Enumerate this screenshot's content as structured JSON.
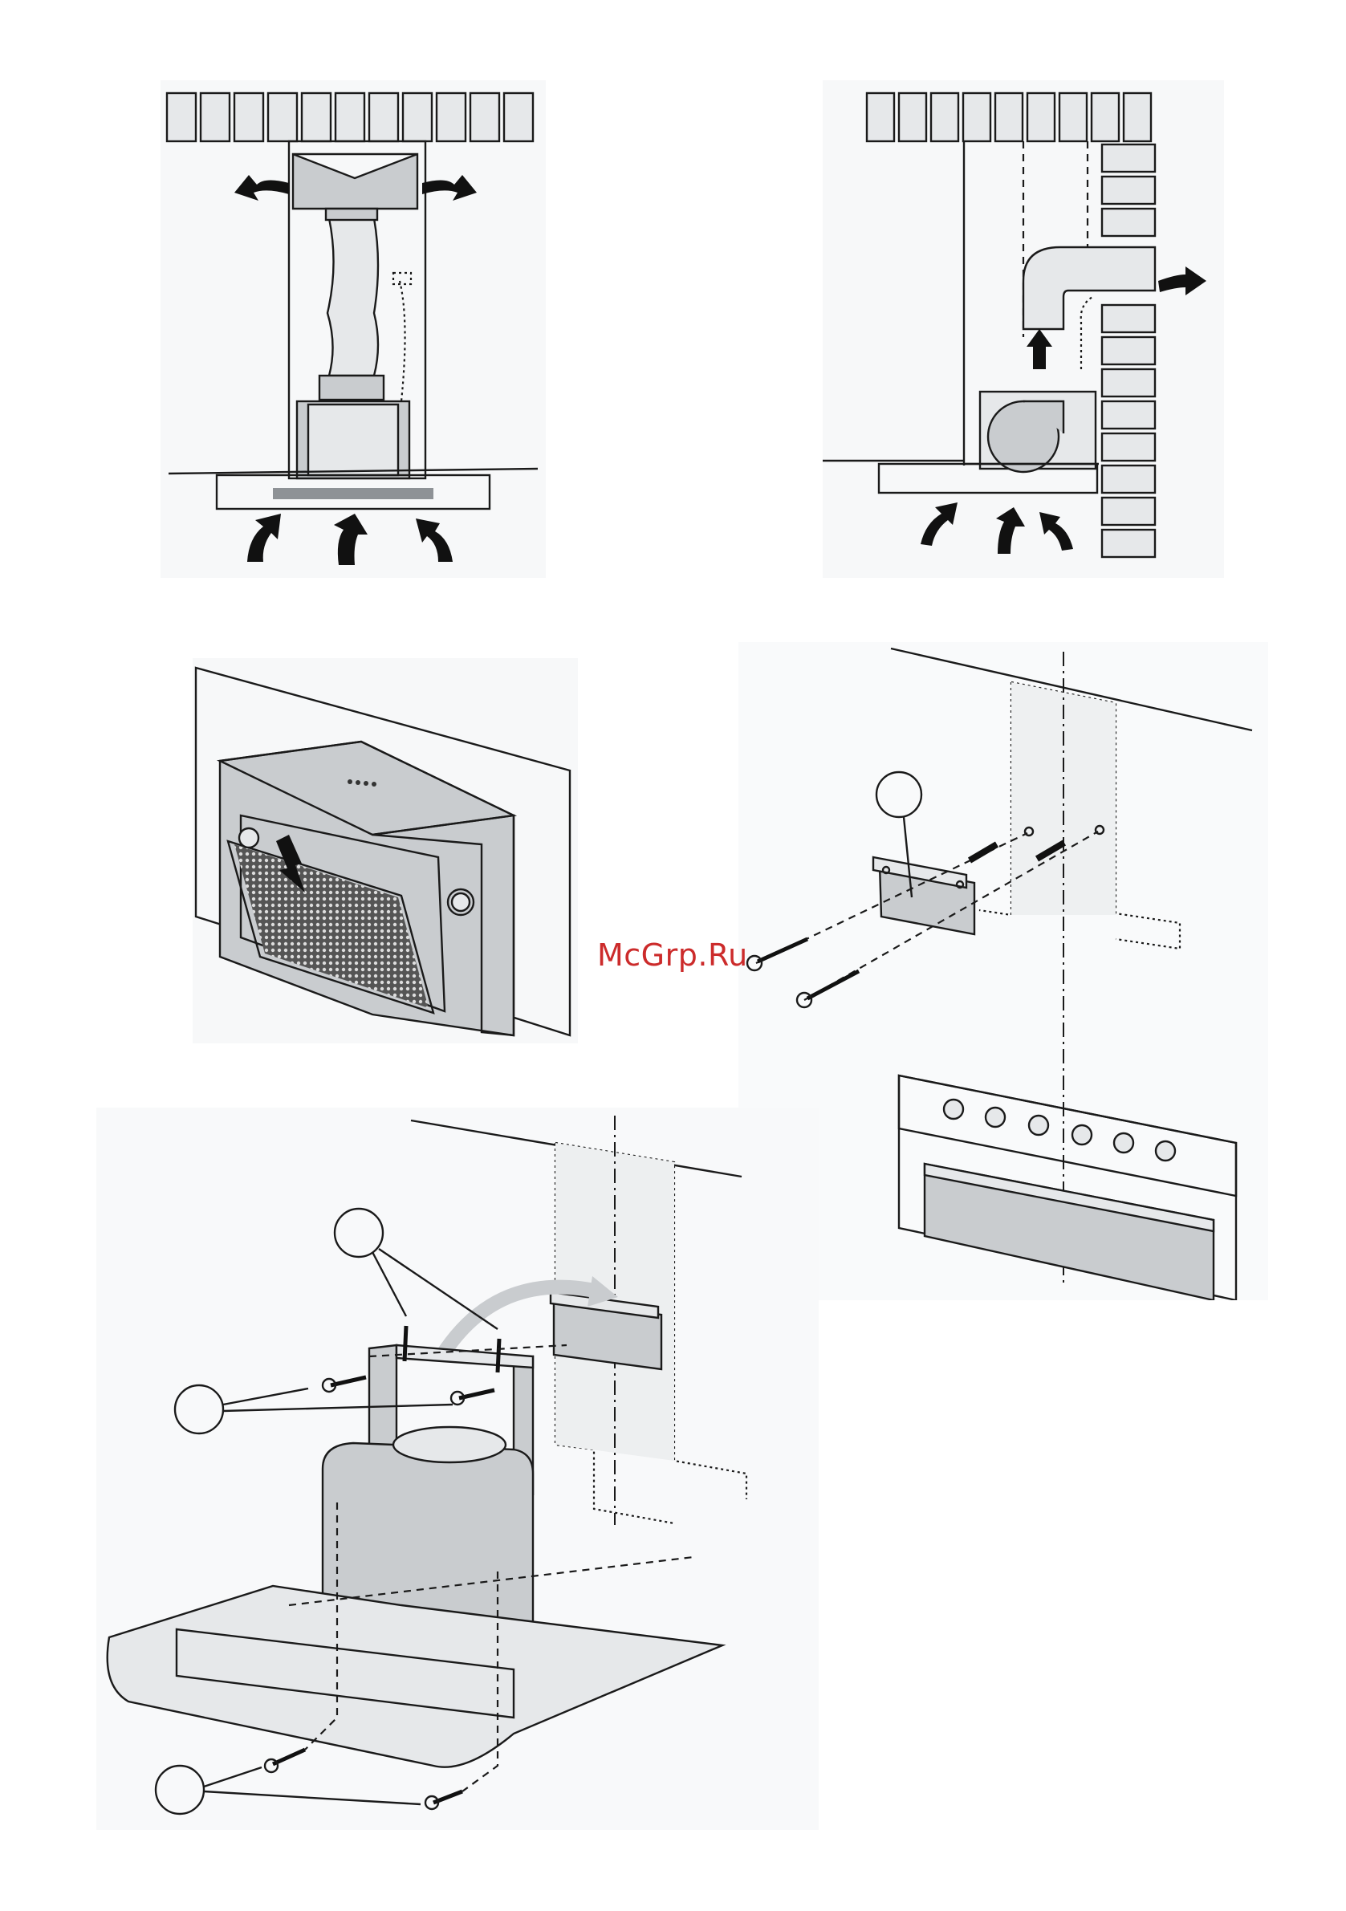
{
  "watermark": {
    "text": "McGrp.Ru",
    "color": "#cc2b2b"
  },
  "callouts": {
    "bracket_part": "",
    "top_screws": "",
    "side_screws": "",
    "bottom_screws": ""
  },
  "figures": [
    {
      "id": "recirculation-mode"
    },
    {
      "id": "ducted-exhaust-mode"
    },
    {
      "id": "grease-filter-removal"
    },
    {
      "id": "wall-bracket-mounting"
    },
    {
      "id": "hood-mounting-on-bracket"
    }
  ]
}
